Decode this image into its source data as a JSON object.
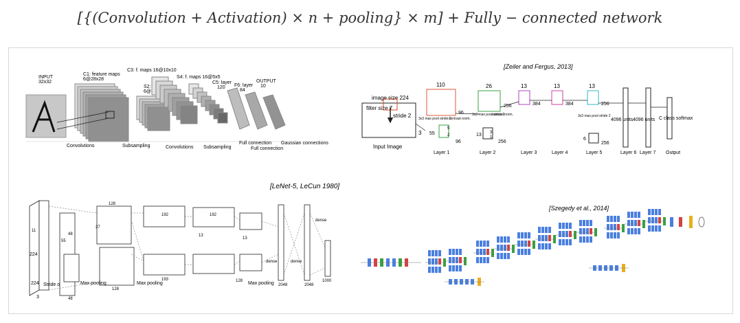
{
  "formula": {
    "text": "[{(Convolution + Activation) × n + pooling} × m] + Fully − connected   network"
  },
  "lenet": {
    "input_label": "INPUT",
    "input_size": "32x32",
    "c1_label": "C1: feature maps",
    "c1_size": "6@28x28",
    "s2_label": "S2: f. maps",
    "s2_size": "6@14x14",
    "c3_label": "C3: f. maps 16@10x10",
    "s4_label": "S4: f. maps 16@5x5",
    "c5_label": "C5: layer",
    "c5_size": "120",
    "f6_label": "F6: layer",
    "f6_size": "84",
    "output_label": "OUTPUT",
    "output_size": "10",
    "bottom": [
      "Convolutions",
      "Subsampling",
      "Convolutions",
      "Subsampling",
      "Full connection",
      "Full connection",
      "Gaussian connections"
    ],
    "caption": "[LeNet-5, LeCun 1980]"
  },
  "zf": {
    "caption": "[Zeiler and Fergus, 2013]",
    "image_size": "image size 224",
    "filter_size": "filter size 7",
    "stride": "stride 2",
    "input_num": "3",
    "input_label": "Input Image",
    "l1_top": "110",
    "l1_side": "96",
    "l1_pool": "3x3 max pool stride 2",
    "l1_norm": "contrast norm.",
    "l1_small_a": "55",
    "l1_small_b": "5",
    "l1_small_c": "2",
    "l1_small_d": "96",
    "l2_top": "26",
    "l2_side": "256",
    "l2_pool": "3x3 max pool stride 2",
    "l2_norm": "contrast norm.",
    "l2_small_a": "13",
    "l2_small_b": "3",
    "l2_small_c": "1",
    "l2_small_d": "256",
    "l3_top": "13",
    "l3_side": "384",
    "l4_top": "13",
    "l4_side": "384",
    "l5_top": "13",
    "l5_side": "256",
    "l5_pool": "3x3 max pool stride 2",
    "l5_small_a": "6",
    "l5_small_d": "256",
    "fc6": "4096 units",
    "fc7": "4096 units",
    "out": "C class softmax",
    "layers": [
      "Layer 1",
      "Layer 2",
      "Layer 3",
      "Layer 4",
      "Layer 5",
      "Layer 6",
      "Layer 7",
      "Output"
    ]
  },
  "alexnet": {
    "n224a": "224",
    "n224b": "224",
    "stride": "Stride of 4",
    "n3": "3",
    "n11": "11",
    "n55": "55",
    "n48a": "48",
    "n48b": "48",
    "n128a": "128",
    "n128b": "128",
    "n27": "27",
    "n192a": "192",
    "n192b": "192",
    "n193": "193",
    "n13a": "13",
    "n13b": "13",
    "n128c": "128",
    "n2048a": "2048",
    "n2048b": "2048",
    "n1000": "1000",
    "maxpool1": "Max pooling",
    "maxpool2": "Max pooling",
    "maxpool3": "Max pooling",
    "dense1": "dense",
    "dense2": "dense",
    "dense3": "dense"
  },
  "googlenet": {
    "caption": "[Szegedy et al., 2014]"
  },
  "colors": {
    "blue": "#4a7fe0",
    "red": "#d64040",
    "green": "#3aa040",
    "yellow": "#e8b020"
  }
}
